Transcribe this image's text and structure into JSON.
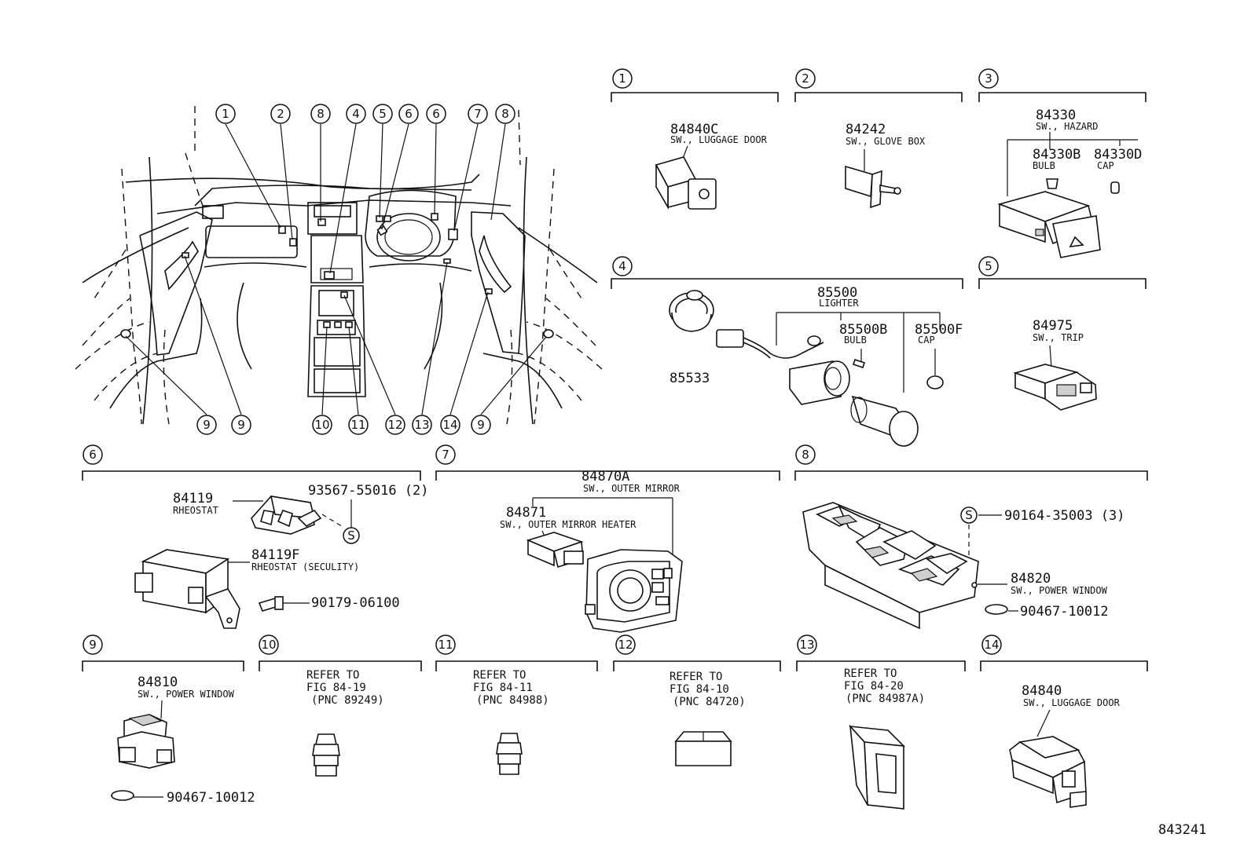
{
  "overview_callouts": {
    "top": [
      "1",
      "2",
      "8",
      "4",
      "5",
      "6",
      "6",
      "7",
      "8"
    ],
    "bottom": [
      "9",
      "9",
      "10",
      "11",
      "12",
      "13",
      "14",
      "9"
    ]
  },
  "groups": [
    {
      "num": "1",
      "parts": [
        {
          "pn": "84840C",
          "name": "SW., LUGGAGE DOOR"
        }
      ]
    },
    {
      "num": "2",
      "parts": [
        {
          "pn": "84242",
          "name": "SW., GLOVE BOX"
        }
      ]
    },
    {
      "num": "3",
      "parts": [
        {
          "pn": "84330",
          "name": "SW., HAZARD"
        },
        {
          "pn": "84330B",
          "name": "BULB"
        },
        {
          "pn": "84330D",
          "name": "CAP"
        }
      ]
    },
    {
      "num": "4",
      "parts": [
        {
          "pn": "85500",
          "name": "LIGHTER"
        },
        {
          "pn": "85500B",
          "name": "BULB"
        },
        {
          "pn": "85500F",
          "name": "CAP"
        },
        {
          "pn": "85533",
          "name": ""
        }
      ]
    },
    {
      "num": "5",
      "parts": [
        {
          "pn": "84975",
          "name": "SW., TRIP"
        }
      ]
    },
    {
      "num": "6",
      "parts": [
        {
          "pn": "84119",
          "name": "RHEOSTAT"
        },
        {
          "pn": "93567-55016 (2)",
          "name": ""
        },
        {
          "pn": "84119F",
          "name": "RHEOSTAT (SECULITY)"
        },
        {
          "pn": "90179-06100",
          "name": ""
        }
      ]
    },
    {
      "num": "7",
      "parts": [
        {
          "pn": "84870A",
          "name": "SW., OUTER MIRROR"
        },
        {
          "pn": "84871",
          "name": "SW., OUTER MIRROR HEATER"
        }
      ]
    },
    {
      "num": "8",
      "parts": [
        {
          "pn": "90164-35003 (3)",
          "name": ""
        },
        {
          "pn": "84820",
          "name": "SW., POWER WINDOW"
        },
        {
          "pn": "90467-10012",
          "name": ""
        }
      ]
    },
    {
      "num": "9",
      "parts": [
        {
          "pn": "84810",
          "name": "SW., POWER WINDOW"
        },
        {
          "pn": "90467-10012",
          "name": ""
        }
      ]
    },
    {
      "num": "10",
      "refer": [
        "REFER TO",
        "FIG 84-19",
        "(PNC 89249)"
      ]
    },
    {
      "num": "11",
      "refer": [
        "REFER TO",
        "FIG 84-11",
        "(PNC 84988)"
      ]
    },
    {
      "num": "12",
      "refer": [
        "REFER TO",
        "FIG 84-10",
        "(PNC 84720)"
      ]
    },
    {
      "num": "13",
      "refer": [
        "REFER TO",
        "FIG 84-20",
        "(PNC 84987A)"
      ]
    },
    {
      "num": "14",
      "parts": [
        {
          "pn": "84840",
          "name": "SW., LUGGAGE DOOR"
        }
      ]
    }
  ],
  "screw_symbol": "S",
  "figure_code": "843241"
}
